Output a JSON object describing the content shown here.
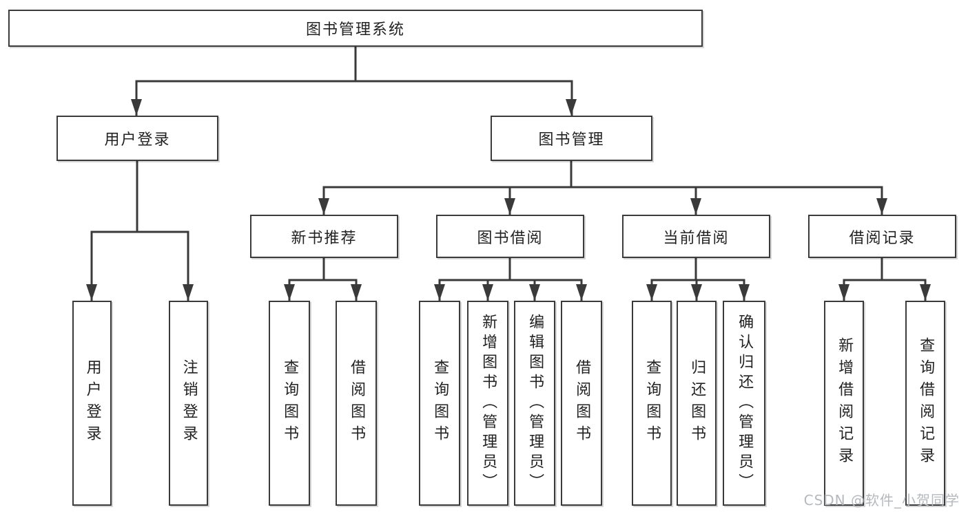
{
  "tree": {
    "root": "图书管理系统",
    "branches": [
      {
        "label": "用户登录",
        "children": [
          "用户登录",
          "注销登录"
        ]
      },
      {
        "label": "图书管理",
        "sections": [
          {
            "label": "新书推荐",
            "children": [
              "查询图书",
              "借阅图书"
            ]
          },
          {
            "label": "图书借阅",
            "children": [
              "查询图书",
              "新增图书（管理员）",
              "编辑图书（管理员）",
              "借阅图书"
            ]
          },
          {
            "label": "当前借阅",
            "children": [
              "查询图书",
              "归还图书",
              "确认归还（管理员）"
            ]
          },
          {
            "label": "借阅记录",
            "children": [
              "新增借阅记录",
              "查询借阅记录"
            ]
          }
        ]
      }
    ]
  },
  "watermark": "CSDN @软件_小贺同学",
  "colors": {
    "line": "#3a3a3a",
    "border": "#3a3a3a",
    "text": "#222222",
    "watermark": "#b5b9bd",
    "background": "#ffffff"
  }
}
